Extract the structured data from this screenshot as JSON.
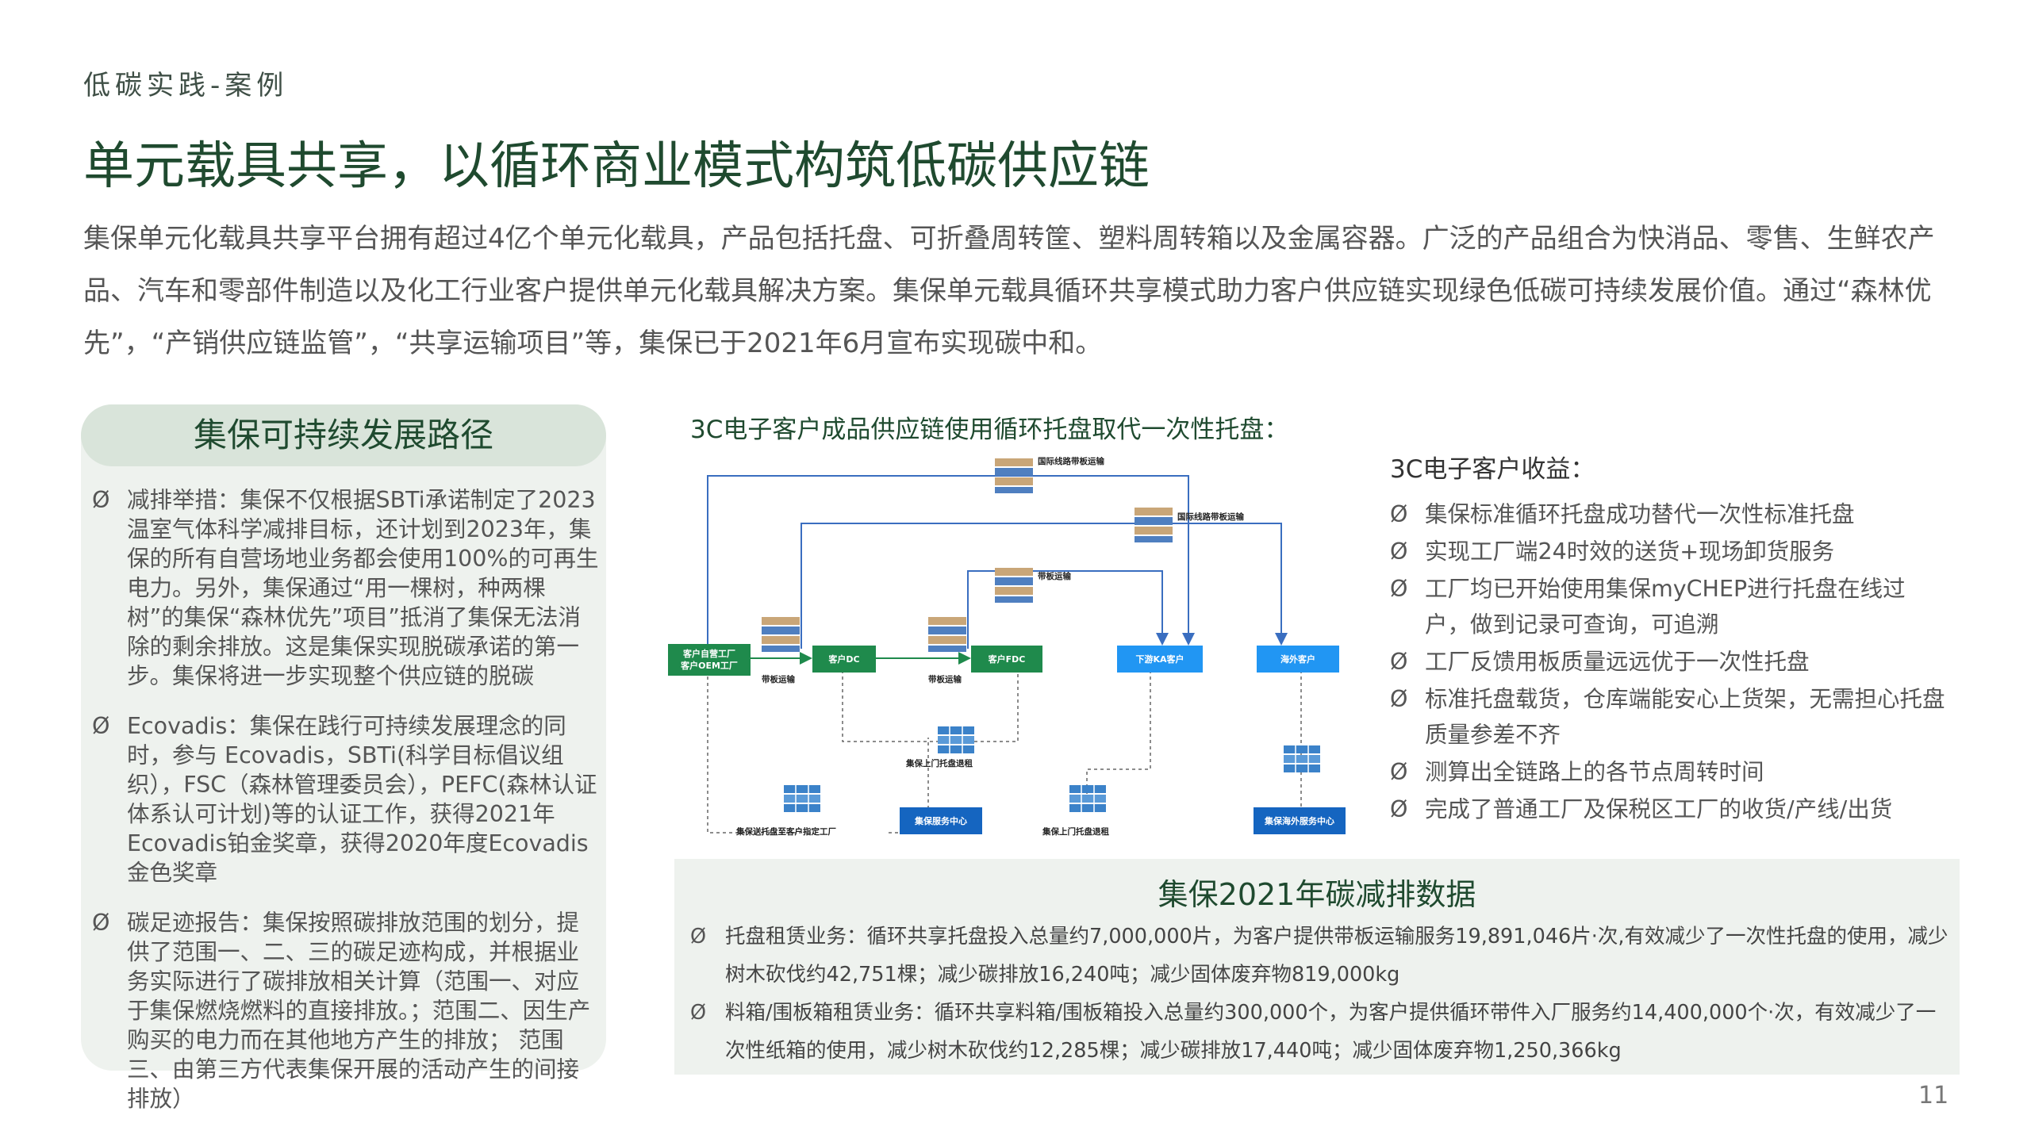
{
  "header": {
    "kicker": "低碳实践-案例",
    "title": "单元载具共享，以循环商业模式构筑低碳供应链",
    "intro": "集保单元化载具共享平台拥有超过4亿个单元化载具，产品包括托盘、可折叠周转筐、塑料周转箱以及金属容器。广泛的产品组合为快消品、零售、生鲜农产品、汽车和零部件制造以及化工行业客户提供单元化载具解决方案。集保单元载具循环共享模式助力客户供应链实现绿色低碳可持续发展价值。通过“森林优先”，“产销供应链监管”，“共享运输项目”等，集保已于2021年6月宣布实现碳中和。"
  },
  "left_panel": {
    "title": "集保可持续发展路径",
    "bullet": "Ø",
    "items": [
      "减排举措：集保不仅根据SBTi承诺制定了2023温室气体科学减排目标，还计划到2023年，集保的所有自营场地业务都会使用100%的可再生电力。另外，集保通过“用一棵树，种两棵树”的集保“森林优先”项目”抵消了集保无法消除的剩余排放。这是集保实现脱碳承诺的第一步。集保将进一步实现整个供应链的脱碳",
      "Ecovadis：集保在践行可持续发展理念的同时，参与 Ecovadis，SBTi(科学目标倡议组织），FSC（森林管理委员会），PEFC(森林认证体系认可计划)等的认证工作，获得2021年Ecovadis铂金奖章，获得2020年度Ecovadis金色奖章",
      "碳足迹报告：集保按照碳排放范围的划分，提供了范围一、二、三的碳足迹构成，并根据业务实际进行了碳排放相关计算（范围一、对应于集保燃烧燃料的直接排放。；范围二、因生产购买的电力而在其他地方产生的排放； 范围三、由第三方代表集保开展的活动产生的间接排放）"
    ]
  },
  "diagram": {
    "title": "3C电子客户成品供应链使用循环托盘取代一次性托盘：",
    "nodes": {
      "factory": [
        "客户自营工厂",
        "客户OEM工厂"
      ],
      "dc": "客户DC",
      "fdc": "客户FDC",
      "ka": "下游KA客户",
      "overseas": "海外客户",
      "service_center": "集保服务中心",
      "overseas_center": "集保海外服务中心"
    },
    "labels": {
      "intl1": "国际线路带板运输",
      "intl2": "国际线路带板运输",
      "band": "带板运输",
      "band1": "带板运输",
      "band2": "带板运输",
      "pickup1": "集保上门托盘退租",
      "pickup2": "集保上门托盘退租",
      "delivery": "集保送托盘至客户指定工厂"
    }
  },
  "benefits": {
    "title": "3C电子客户收益：",
    "bullet": "Ø",
    "items": [
      "集保标准循环托盘成功替代一次性标准托盘",
      "实现工厂端24时效的送货+现场卸货服务",
      "工厂均已开始使用集保myCHEP进行托盘在线过户，做到记录可查询，可追溯",
      "工厂反馈用板质量远远优于一次性托盘",
      "标准托盘载货，仓库端能安心上货架，无需担心托盘质量参差不齐",
      "测算出全链路上的各节点周转时间",
      "完成了普通工厂及保税区工厂的收货/产线/出货"
    ]
  },
  "data_panel": {
    "title": "集保2021年碳减排数据",
    "bullet": "Ø",
    "items": [
      "托盘租赁业务：循环共享托盘投入总量约7,000,000片，为客户提供带板运输服务19,891,046片·次,有效减少了一次性托盘的使用，减少树木砍伐约42,751棵；减少碳排放16,240吨；减少固体废弃物819,000kg",
      "料箱/围板箱租赁业务：循环共享料箱/围板箱投入总量约300,000个，为客户提供循环带件入厂服务约14,400,000个·次，有效减少了一次性纸箱的使用，减少树木砍伐约12,285棵；减少碳排放17,440吨；减少固体废弃物1,250,366kg"
    ]
  },
  "page_number": "11",
  "colors": {
    "brand_green": "#1f4a2f",
    "node_green": "#1f8a4c",
    "node_blue": "#2196f3",
    "node_navy": "#1565c0",
    "panel_bg": "#eef2ee",
    "panel_header": "#d9e4da"
  }
}
